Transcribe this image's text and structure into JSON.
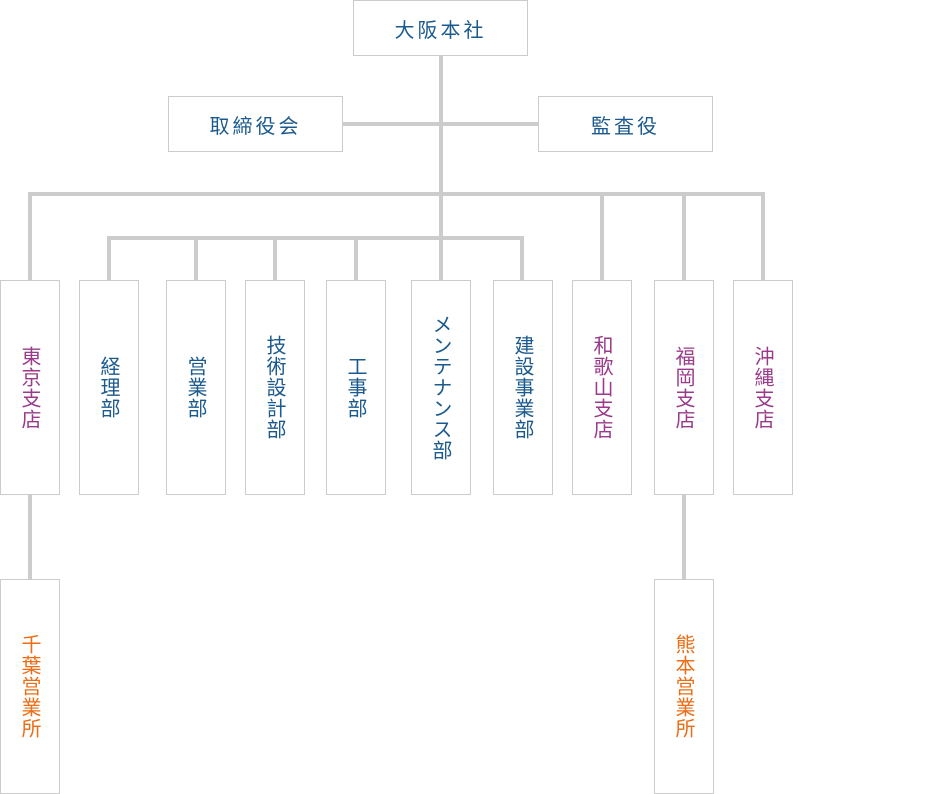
{
  "org_chart": {
    "headquarters": {
      "label": "大阪本社"
    },
    "board": {
      "label": "取締役会"
    },
    "auditor": {
      "label": "監査役"
    },
    "units": [
      {
        "label": "東京支店",
        "kind": "branch"
      },
      {
        "label": "経理部",
        "kind": "department"
      },
      {
        "label": "営業部",
        "kind": "department"
      },
      {
        "label": "技術設計部",
        "kind": "department"
      },
      {
        "label": "工事部",
        "kind": "department"
      },
      {
        "label": "メンテナンス部",
        "kind": "department"
      },
      {
        "label": "建設事業部",
        "kind": "department"
      },
      {
        "label": "和歌山支店",
        "kind": "branch"
      },
      {
        "label": "福岡支店",
        "kind": "branch"
      },
      {
        "label": "沖縄支店",
        "kind": "branch"
      }
    ],
    "sub_offices": [
      {
        "label": "千葉営業所",
        "parent": "東京支店"
      },
      {
        "label": "熊本営業所",
        "parent": "福岡支店"
      }
    ]
  },
  "colors": {
    "connector": "#cccccc",
    "box_border": "#cccccc",
    "department_text": "#1b5a8e",
    "branch_text": "#9b3a8b",
    "sub_office_text": "#ee6c14"
  }
}
